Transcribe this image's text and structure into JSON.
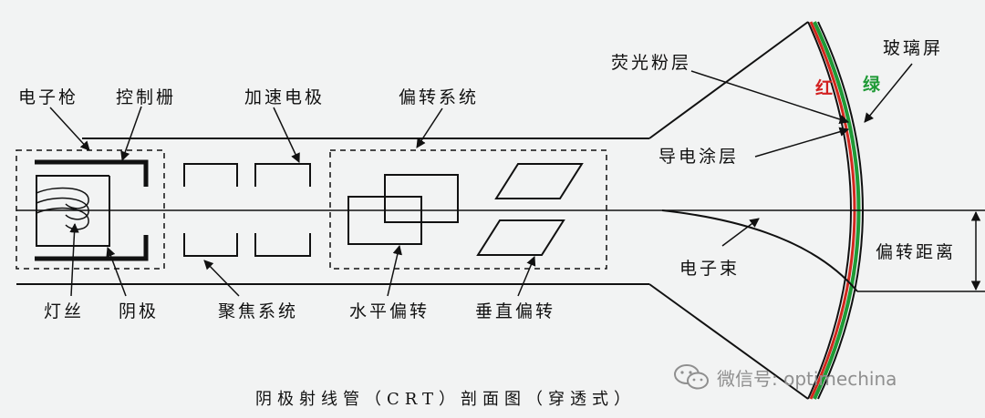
{
  "labels": {
    "electron_gun": "电子枪",
    "control_grid": "控制栅",
    "accel_electrode": "加速电极",
    "deflection_system": "偏转系统",
    "phosphor_layer": "荧光粉层",
    "glass_screen": "玻璃屏",
    "red": "红",
    "green": "绿",
    "conductive_coating": "导电涂层",
    "deflection_distance": "偏转距离",
    "electron_beam": "电子束",
    "filament": "灯丝",
    "cathode": "阴极",
    "focus_system": "聚焦系统",
    "horizontal_deflection": "水平偏转",
    "vertical_deflection": "垂直偏转"
  },
  "caption": "阴极射线管（CRT）剖面图（穿透式）",
  "watermark": "微信号: optimechina",
  "colors": {
    "line": "#111111",
    "red_layer": "#d2281e",
    "green_layer": "#1f9a36",
    "red_text": "#d22020",
    "green_text": "#1f9a36",
    "watermark": "#8f8f8f"
  }
}
